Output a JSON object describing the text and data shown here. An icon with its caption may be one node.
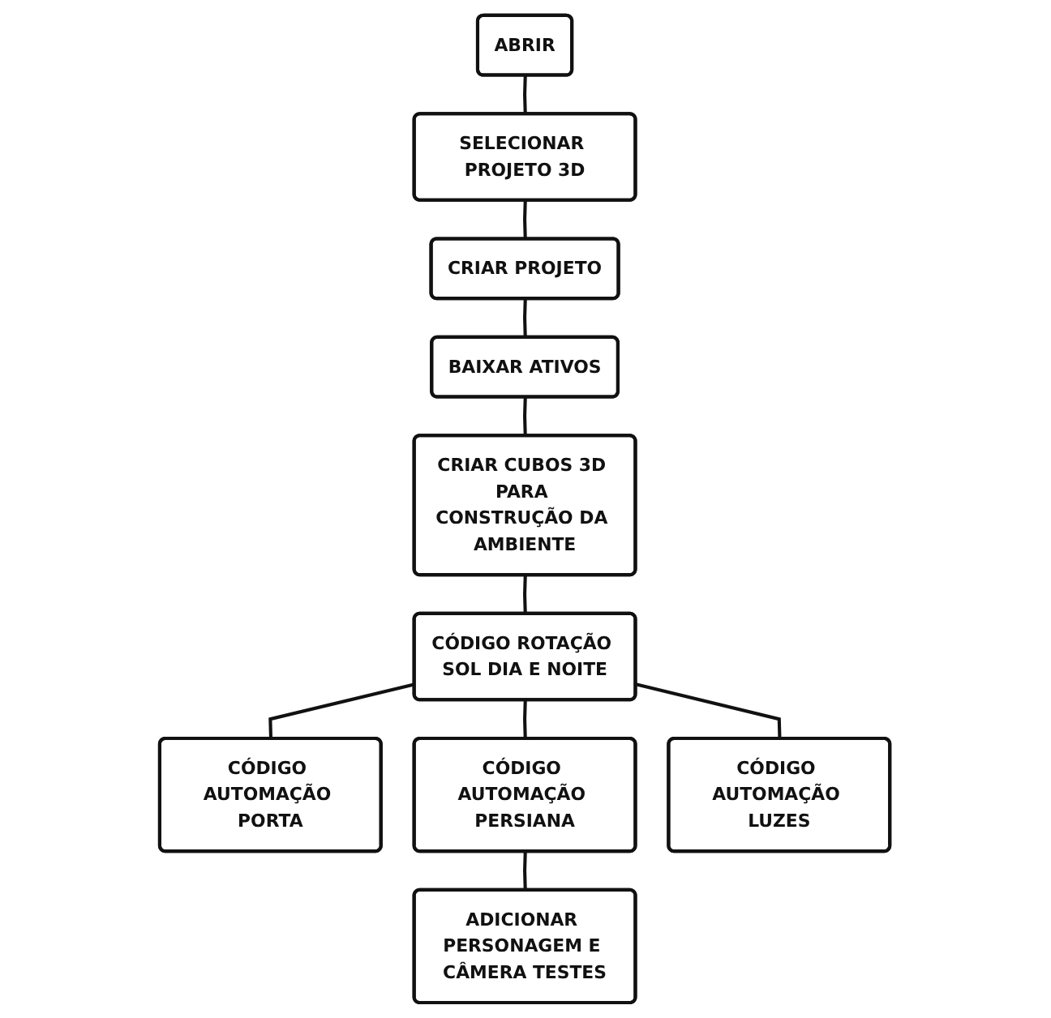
{
  "diagram": {
    "nodes": [
      {
        "text": [
          "ABRIR"
        ]
      },
      {
        "text": [
          "SELECIONAR PROJETO 3D"
        ]
      },
      {
        "text": [
          "CRIAR PROJETO"
        ]
      },
      {
        "text": [
          "CRIAR CUBOS 3D PARA CONSTRUÇÃO DA AMBIENTE"
        ]
      },
      {
        "text": [
          "BAIXAR ATIVOS"
        ]
      },
      {
        "text": [
          "CÓDIGO ROTAÇÃO SOL DIA E NOITE"
        ]
      },
      {
        "text": [
          "CÓDIGO AUTOMAÇÃO PORTA"
        ]
      },
      {
        "text": [
          "CÓDIGO AUTOMAÇÃO PERSIANA"
        ]
      },
      {
        "text": [
          "CÓDIGO AUTOMAÇÃO LUZES"
        ]
      },
      {
        "text": [
          "ADICIONAR PERSONAGEM E CÂMERA TESTES"
        ]
      }
    ],
    "edges": [
      {
        "from": 0,
        "to": 1,
        "arrow": "none"
      },
      {
        "from": 1,
        "to": 2,
        "arrow": "none"
      },
      {
        "from": 2,
        "to": 4,
        "arrow": "none"
      },
      {
        "from": 4,
        "to": 3,
        "arrow": "none"
      },
      {
        "from": 3,
        "to": 5,
        "arrow": "none"
      },
      {
        "from": 5,
        "to": 6,
        "arrow": "none"
      },
      {
        "from": 5,
        "to": 7,
        "arrow": "none"
      },
      {
        "from": 5,
        "to": 8,
        "arrow": "none"
      },
      {
        "from": 7,
        "to": 9,
        "arrow": "none"
      }
    ]
  }
}
